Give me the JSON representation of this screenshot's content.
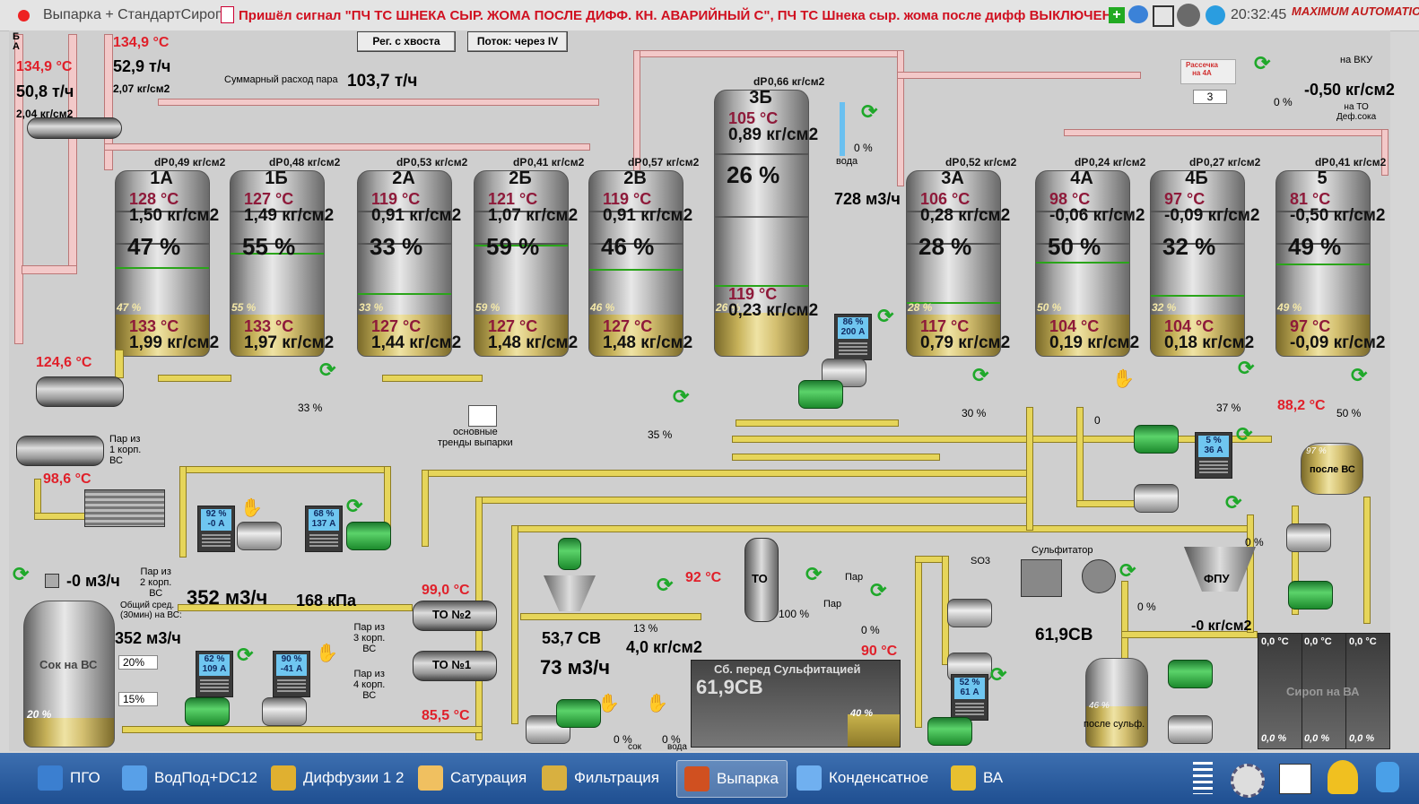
{
  "header": {
    "title": "Выпарка + СтандартСироп",
    "alarm": "Пришёл сигнал \"ПЧ ТС ШНЕКА СЫР. ЖОМА  ПОСЛЕ ДИФФ. КН. АВАРИЙНЫЙ С\", ПЧ ТС Шнека сыр. жома  после дифф ВЫКЛЮЧЕНО",
    "time": "20:32:45",
    "brand": "MAXIMUM AUTOMATION"
  },
  "buttons": {
    "reg": "Рег. с хвоста",
    "flow": "Поток: через IV"
  },
  "left": {
    "ba": "Б\nА",
    "t1": "134,9 °C",
    "t2": "134,9 °C",
    "flow1": "52,9 т/ч",
    "flow2": "50,8 т/ч",
    "p1": "2,07 кг/см2",
    "p2": "2,04 кг/см2",
    "sum_label": "Суммарный расход пара",
    "sum_value": "103,7 т/ч",
    "t3": "124,6 °C",
    "t4": "98,6 °C",
    "steam1": "Пар из\n1 корп.\nВС",
    "steam2": "Пар из\n2 корп.\nВС"
  },
  "tanks": [
    {
      "name": "1А",
      "dp": "0,49 кг/см2",
      "t_top": "128 °C",
      "p_top": "1,50 кг/см2",
      "pct": "47 %",
      "lvl": "47 %",
      "t_bot": "133 °C",
      "p_bot": "1,99 кг/см2"
    },
    {
      "name": "1Б",
      "dp": "0,48 кг/см2",
      "t_top": "127 °C",
      "p_top": "1,49 кг/см2",
      "pct": "55 %",
      "lvl": "55 %",
      "t_bot": "133 °C",
      "p_bot": "1,97 кг/см2"
    },
    {
      "name": "2А",
      "dp": "0,53 кг/см2",
      "t_top": "119 °C",
      "p_top": "0,91 кг/см2",
      "pct": "33 %",
      "lvl": "33 %",
      "t_bot": "127 °C",
      "p_bot": "1,44 кг/см2"
    },
    {
      "name": "2Б",
      "dp": "0,41 кг/см2",
      "t_top": "121 °C",
      "p_top": "1,07 кг/см2",
      "pct": "59 %",
      "lvl": "59 %",
      "t_bot": "127 °C",
      "p_bot": "1,48 кг/см2"
    },
    {
      "name": "2В",
      "dp": "0,57 кг/см2",
      "t_top": "119 °C",
      "p_top": "0,91 кг/см2",
      "pct": "46 %",
      "lvl": "46 %",
      "t_bot": "127 °C",
      "p_bot": "1,48 кг/см2"
    },
    {
      "name": "3Б",
      "dp": "0,66 кг/см2",
      "t_top": "105 °C",
      "p_top": "0,89 кг/см2",
      "pct": "26 %",
      "lvl": "26 %",
      "t_bot": "119 °C",
      "p_bot": "0,23 кг/см2"
    },
    {
      "name": "3А",
      "dp": "0,52 кг/см2",
      "t_top": "106 °C",
      "p_top": "0,28 кг/см2",
      "pct": "28 %",
      "lvl": "28 %",
      "t_bot": "117 °C",
      "p_bot": "0,79 кг/см2"
    },
    {
      "name": "4А",
      "dp": "0,24 кг/см2",
      "t_top": "98 °C",
      "p_top": "-0,06 кг/см2",
      "pct": "50 %",
      "lvl": "50 %",
      "t_bot": "104 °C",
      "p_bot": "0,19 кг/см2"
    },
    {
      "name": "4Б",
      "dp": "0,27 кг/см2",
      "t_top": "97 °C",
      "p_top": "-0,09 кг/см2",
      "pct": "32 %",
      "lvl": "32 %",
      "t_bot": "104 °C",
      "p_bot": "0,18 кг/см2"
    },
    {
      "name": "5",
      "dp": "0,41 кг/см2",
      "t_top": "81 °C",
      "p_top": "-0,50 кг/см2",
      "pct": "49 %",
      "lvl": "49 %",
      "t_bot": "97 °C",
      "p_bot": "-0,09 кг/см2"
    }
  ],
  "levels": [
    0.47,
    0.55,
    0.33,
    0.59,
    0.46,
    0.26,
    0.28,
    0.5,
    0.32,
    0.49
  ],
  "mid": {
    "flow730": "728 м3/ч",
    "voda": "вода",
    "v104": "0 %",
    "v112": "33 %",
    "v113": "35 %",
    "v114": "30 %",
    "v116": "0",
    "v115": "37 %",
    "v117": "50 %",
    "t88": "88,2 °C",
    "trends": "основные\nтренды выпарки",
    "m_86": "86 %\n200 А",
    "m_5": "5 %\n36 А"
  },
  "right": {
    "rassech": "Рассечка\nна 4А",
    "rassech_val": "3",
    "vku": "на ВКУ",
    "p030": "-0,50 кг/см2",
    "to_def": "на ТО\nДеф.сока",
    "v111": "0 %",
    "after_vs": "после ВС",
    "after_vs_pct": "97 %",
    "v77": "0 %",
    "fpu": "ФПУ",
    "fpu_p": "-0 кг/см2",
    "v105": "0 %",
    "sulf": "Сульфитатор",
    "so3": "SO3",
    "cb61": "61,9СВ",
    "after_sulf": "после сульф.",
    "after_sulf_pct": "46 %",
    "syrup": "Сироп на ВА",
    "syr_t": [
      "0,0 °C",
      "0,0 °C",
      "0,0 °C"
    ],
    "syr_pct": [
      "0,0 %",
      "0,0 %",
      "0,0 %"
    ]
  },
  "bottom": {
    "m_92": "92 %\n-0 А",
    "m_68": "68 %\n137 А",
    "m_62": "62 %\n109 А",
    "m_90": "90 %\n-41 А",
    "m_52": "52 %\n61 А",
    "flow_left": "-0 м3/ч",
    "flow352": "352 м3/ч",
    "kpa": "168 кПа",
    "sum_label": "Общий сред.\n(30мин) на ВС:",
    "sum_val": "352 м3/ч",
    "juice": "Сок на ВС",
    "juice_pct": "20 %",
    "pct20": "20%",
    "pct15": "15%",
    "t99": "99,0 °C",
    "t85": "85,5 °C",
    "to2": "ТО №2",
    "to1": "ТО №1",
    "steam3": "Пар из\n3 корп.\nВС",
    "steam4": "Пар из\n4 корп.\nВС",
    "cb537": "53,7 СВ",
    "flow73": "73 м3/ч",
    "p4": "4,0 кг/см2",
    "t92": "92 °C",
    "v122": "13 %",
    "v134": "0 %",
    "v130": "0 %",
    "sok": "сок",
    "voda": "вода",
    "to": "ТО",
    "v100": "100 %",
    "par": "Пар",
    "v129": "0 %",
    "t90": "90 °C",
    "sb": "Сб. перед Сульфитацией",
    "sb_val": "61,9СВ",
    "sb_pct": "40 %"
  },
  "taskbar": [
    {
      "label": "ПГО",
      "color": "#3b7fd0"
    },
    {
      "label": "ВодПод+DC12",
      "color": "#58a0e8"
    },
    {
      "label": "Диффузии 1 2",
      "color": "#e0b030"
    },
    {
      "label": "Сатурация",
      "color": "#f0c060"
    },
    {
      "label": "Фильтрация",
      "color": "#d8b040"
    },
    {
      "label": "Выпарка",
      "color": "#d05020"
    },
    {
      "label": "Конденсатное",
      "color": "#70b0f0"
    },
    {
      "label": "ВА",
      "color": "#e8c030"
    }
  ]
}
